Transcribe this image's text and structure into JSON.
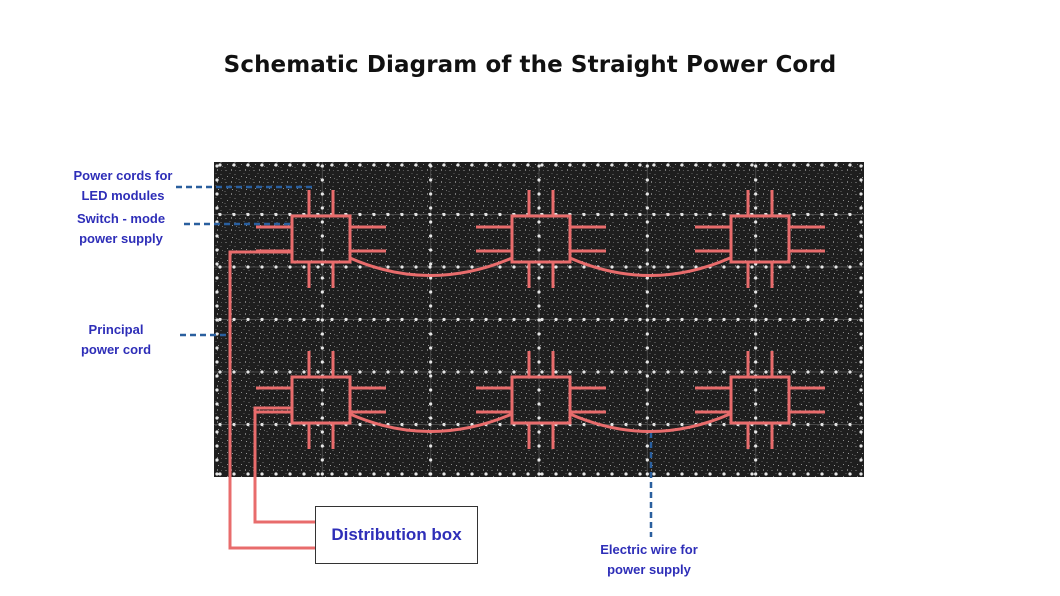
{
  "title": "Schematic Diagram of the Straight Power Cord",
  "labels": {
    "power_cords": [
      "Power cords for",
      "LED modules"
    ],
    "switch_mode": [
      "Switch - mode",
      "power supply"
    ],
    "principal": [
      "Principal",
      "power cord"
    ],
    "electric_wire": [
      "Electric wire for",
      "power supply"
    ]
  },
  "distribution_box": "Distribution box",
  "colors": {
    "accent": "#2e2eb8",
    "wire": "#e86c6c",
    "leader": "#2a5f9e",
    "panel": "#1c1c1c"
  },
  "grid": {
    "columns": 6,
    "rows": 6
  }
}
